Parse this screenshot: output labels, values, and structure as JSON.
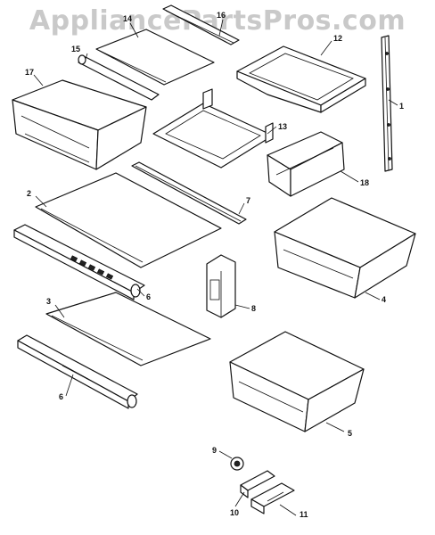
{
  "watermark": "AppliancePartsPros.com",
  "callouts": {
    "c1": "1",
    "c2": "2",
    "c3": "3",
    "c4": "4",
    "c5": "5",
    "c6a": "6",
    "c6b": "6",
    "c7": "7",
    "c8": "8",
    "c9": "9",
    "c10": "10",
    "c11": "11",
    "c12": "12",
    "c13": "13",
    "c14": "14",
    "c15": "15",
    "c16": "16",
    "c17": "17",
    "c18": "18"
  }
}
